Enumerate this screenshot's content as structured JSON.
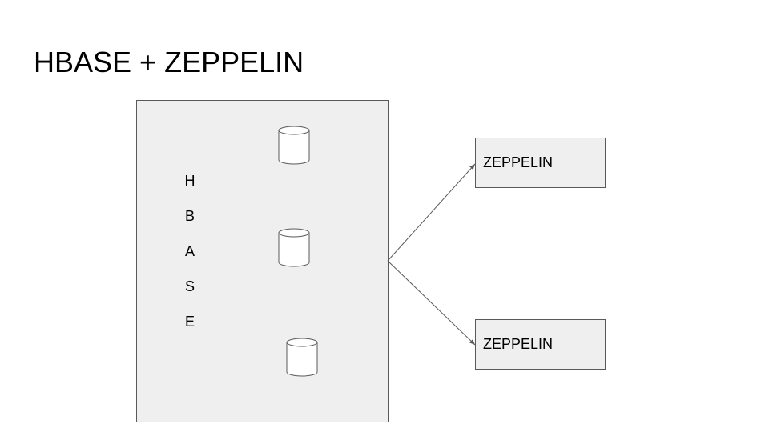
{
  "slide": {
    "title": "HBASE + ZEPPELIN"
  },
  "hbase": {
    "letters": [
      "H",
      "B",
      "A",
      "S",
      "E"
    ],
    "database_icons": [
      "database-icon",
      "database-icon",
      "database-icon"
    ]
  },
  "zeppelin": {
    "top_label": "ZEPPELIN",
    "bottom_label": "ZEPPELIN"
  },
  "colors": {
    "box_fill": "#efefef",
    "stroke": "#595959"
  }
}
